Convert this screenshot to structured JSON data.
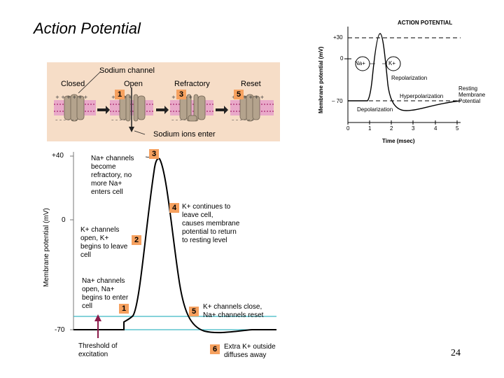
{
  "slide": {
    "title": "Action Potential",
    "page_number": "24"
  },
  "channel_panel": {
    "labels": {
      "closed": "Closed",
      "sodium_channel": "Sodium channel",
      "open": "Open",
      "refractory": "Refractory",
      "reset": "Reset",
      "sodium_ions_enter": "Sodium ions enter"
    },
    "steps": [
      "1",
      "3",
      "5"
    ],
    "colors": {
      "background": "#f6ddc7",
      "membrane": "#e9a9c9",
      "channel": "#b4a38d"
    }
  },
  "main_graph": {
    "ylabel": "Membrane potential (mV)",
    "ticks": [
      "+40",
      "0",
      "-70"
    ],
    "annotations": [
      {
        "number": "3",
        "text": [
          "Na+ channels",
          "become",
          "refractory, no",
          "more Na+",
          "enters cell"
        ]
      },
      {
        "number": "4",
        "text": [
          "K+ continues to",
          "leave cell,",
          "causes membrane",
          "potential to return",
          "to resting level"
        ]
      },
      {
        "number": "2",
        "text": [
          "K+ channels",
          "open, K+",
          "begins to leave",
          "cell"
        ]
      },
      {
        "number": "1",
        "text": [
          "Na+ channels",
          "open, Na+",
          "begins to enter",
          "cell"
        ]
      },
      {
        "number": "5",
        "text": [
          "K+ channels close,",
          "Na+ channels reset"
        ]
      },
      {
        "number": "6",
        "text": [
          "Extra K+ outside",
          "diffuses away"
        ]
      }
    ],
    "threshold_label": [
      "Threshold of",
      "excitation"
    ],
    "colors": {
      "curve": "#000000",
      "threshold_line": "#3cb6c4",
      "arrow": "#8b1a4a",
      "number_box": "#f6a15f"
    }
  },
  "small_graph": {
    "title": "ACTION POTENTIAL",
    "ylabel": "Membrane potential (mV)",
    "xlabel": "Time (msec)",
    "yticks": [
      "+30",
      "0",
      "– 70"
    ],
    "xticks": [
      "0",
      "1",
      "2",
      "3",
      "4",
      "5"
    ],
    "labels": {
      "na": "Na+",
      "k": "K+",
      "repolarization": "Repolarization",
      "hyperpolarization": "Hyperpolarization",
      "resting": [
        "Resting",
        "Membrane",
        "Potential"
      ],
      "depolarization": "Depolarization"
    }
  }
}
